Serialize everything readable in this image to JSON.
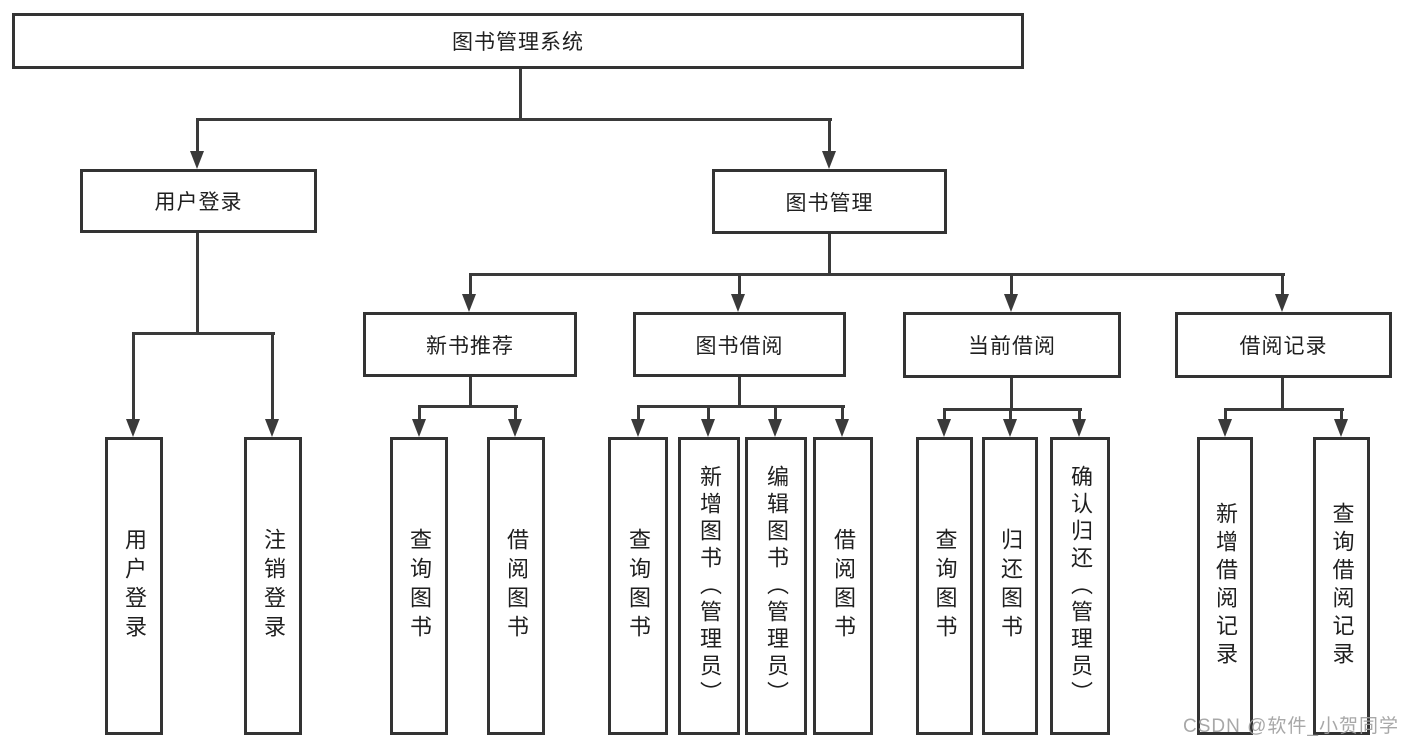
{
  "nodes": {
    "root": "图书管理系统",
    "user_login": "用户登录",
    "book_mgmt": "图书管理",
    "new_book_rec": "新书推荐",
    "book_borrow": "图书借阅",
    "current_borrow": "当前借阅",
    "borrow_record": "借阅记录",
    "leaf_user_login": "用户登录",
    "leaf_logout": "注销登录",
    "leaf_nb_query": "查询图书",
    "leaf_nb_borrow": "借阅图书",
    "leaf_bb_query": "查询图书",
    "leaf_bb_add": "新增图书（管理员）",
    "leaf_bb_edit": "编辑图书（管理员）",
    "leaf_bb_borrow": "借阅图书",
    "leaf_cb_query": "查询图书",
    "leaf_cb_return": "归还图书",
    "leaf_cb_confirm": "确认归还（管理员）",
    "leaf_br_add": "新增借阅记录",
    "leaf_br_query": "查询借阅记录"
  },
  "watermark": "CSDN @软件_小贺同学",
  "colors": {
    "box_border": "#333333",
    "connector": "#3a3a3a",
    "watermark_text": "#9e9e9e",
    "background": "#ffffff"
  }
}
